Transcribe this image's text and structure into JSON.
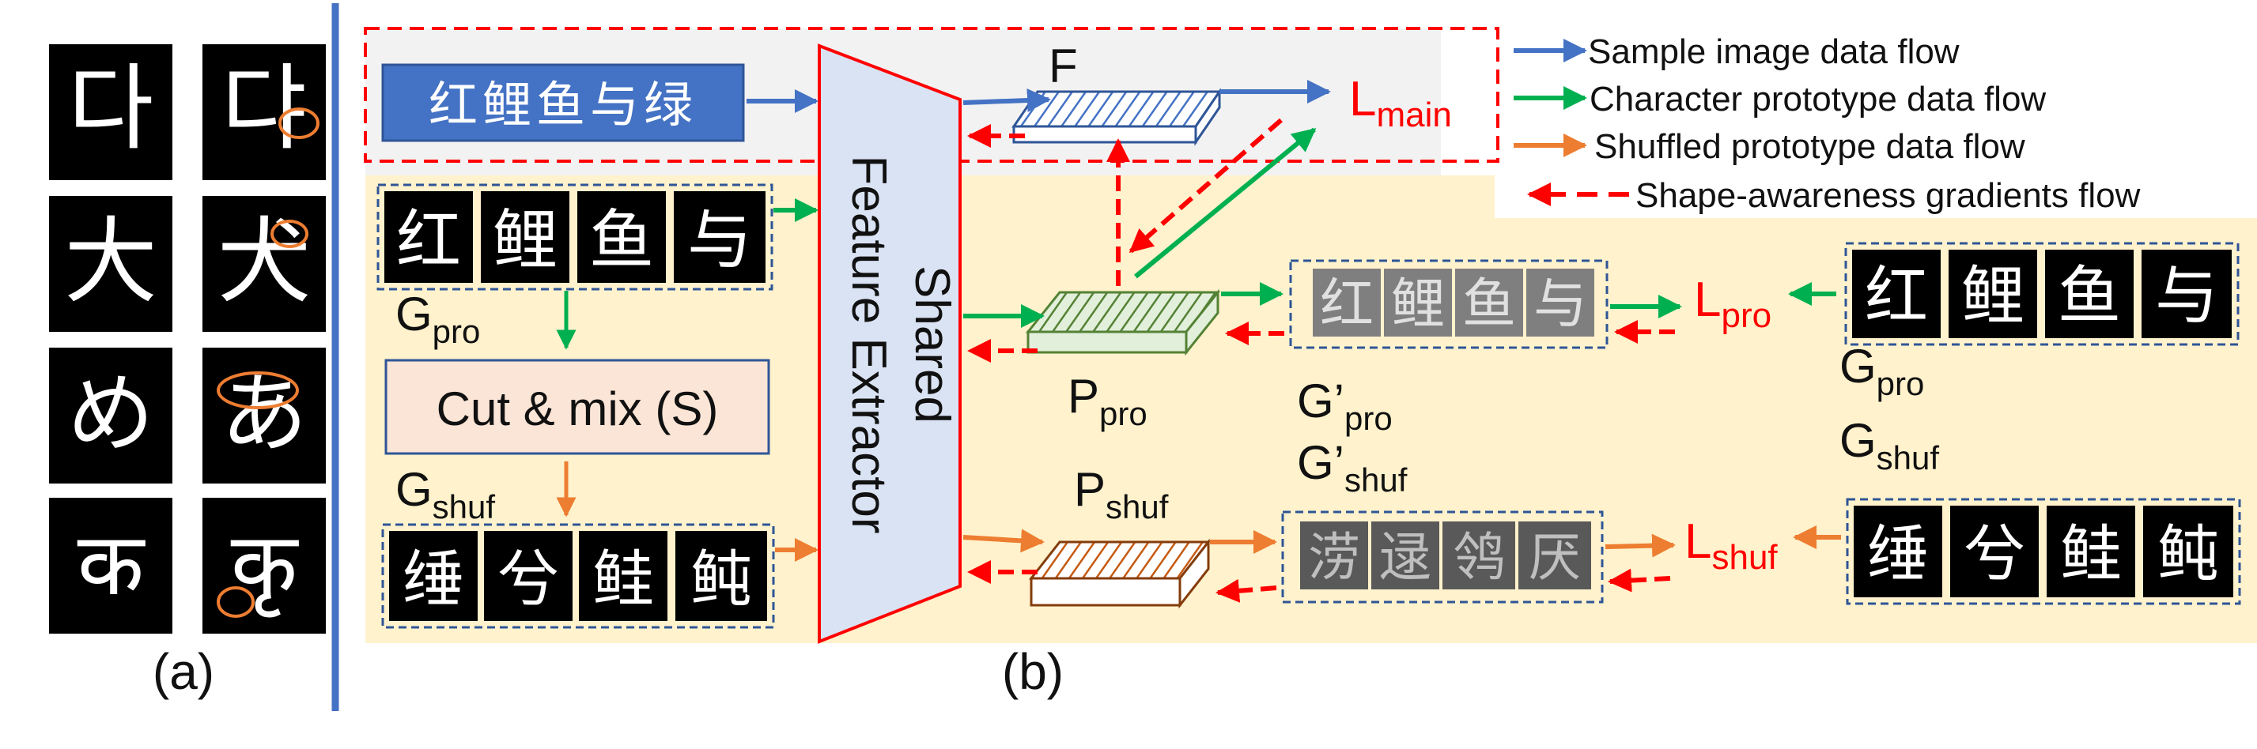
{
  "panel_a": {
    "caption": "(a)",
    "pairs": [
      {
        "left": "다",
        "right": "댜"
      },
      {
        "left": "大",
        "right": "犬"
      },
      {
        "left": "め",
        "right": "あ"
      },
      {
        "left": "क",
        "right": "कृ"
      }
    ]
  },
  "panel_b": {
    "caption": "(b)",
    "sample_text": "红鲤鱼与绿",
    "prototype_chars": [
      "红",
      "鲤",
      "鱼",
      "与"
    ],
    "shuffled_chars": [
      "缍",
      "兮",
      "鲑",
      "鲀"
    ],
    "shuffled_recon_chars": [
      "涝",
      "逯",
      "鸰",
      "厌"
    ],
    "feature_extractor": {
      "line1": "Shared",
      "line2": "Feature Extractor"
    },
    "cut_mix": "Cut & mix (S)",
    "labels": {
      "F": "F",
      "L_main": {
        "base": "L",
        "sub": "main"
      },
      "L_pro": {
        "base": "L",
        "sub": "pro"
      },
      "L_shuf": {
        "base": "L",
        "sub": "shuf"
      },
      "G_pro": {
        "base": "G",
        "sub": "pro"
      },
      "G_shuf": {
        "base": "G",
        "sub": "shuf"
      },
      "P_pro": {
        "base": "P",
        "sub": "pro"
      },
      "P_shuf": {
        "base": "P",
        "sub": "shuf"
      },
      "Gp_pro": {
        "base": "G’",
        "sub": "pro"
      },
      "Gp_shuf": {
        "base": "G’",
        "sub": "shuf"
      },
      "G_pro_right": {
        "base": "G",
        "sub": "pro"
      },
      "G_shuf_right": {
        "base": "G",
        "sub": "shuf"
      }
    }
  },
  "legend": [
    {
      "label": "Sample image data flow",
      "color": "#4472C4",
      "style": "solid"
    },
    {
      "label": "Character prototype data flow",
      "color": "#00B050",
      "style": "solid"
    },
    {
      "label": "Shuffled prototype data flow",
      "color": "#ED7D31",
      "style": "solid"
    },
    {
      "label": "Shape-awareness gradients flow",
      "color": "#FF0000",
      "style": "dashed"
    }
  ],
  "colors": {
    "sample": "#4472C4",
    "prototype": "#00B050",
    "shuffled": "#ED7D31",
    "gradient": "#FF0000",
    "divider": "#4472C4",
    "bg_top": "#f2f2f2",
    "bg_main": "#fff2cc",
    "extractor_fill": "#dae3f3",
    "cutmix_fill": "#fbe5d6"
  }
}
